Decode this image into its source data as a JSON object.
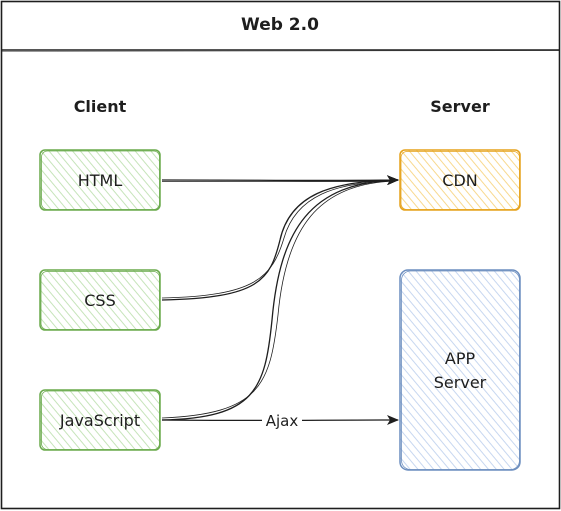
{
  "frame": {
    "title": "Web 2.0"
  },
  "columns": {
    "client": "Client",
    "server": "Server"
  },
  "nodes": {
    "html": {
      "label": "HTML",
      "stroke": "#6aaa4c",
      "fill": "#d8eecf"
    },
    "css": {
      "label": "CSS",
      "stroke": "#6aaa4c",
      "fill": "#d8eecf"
    },
    "javascript": {
      "label": "JavaScript",
      "stroke": "#6aaa4c",
      "fill": "#d8eecf"
    },
    "cdn": {
      "label": "CDN",
      "stroke": "#e5a21b",
      "fill": "#fbe6b8"
    },
    "app_server": {
      "label_line1": "APP",
      "label_line2": "Server",
      "stroke": "#6c8ebf",
      "fill": "#dbe6f6"
    }
  },
  "edges": {
    "ajax_label": "Ajax"
  }
}
